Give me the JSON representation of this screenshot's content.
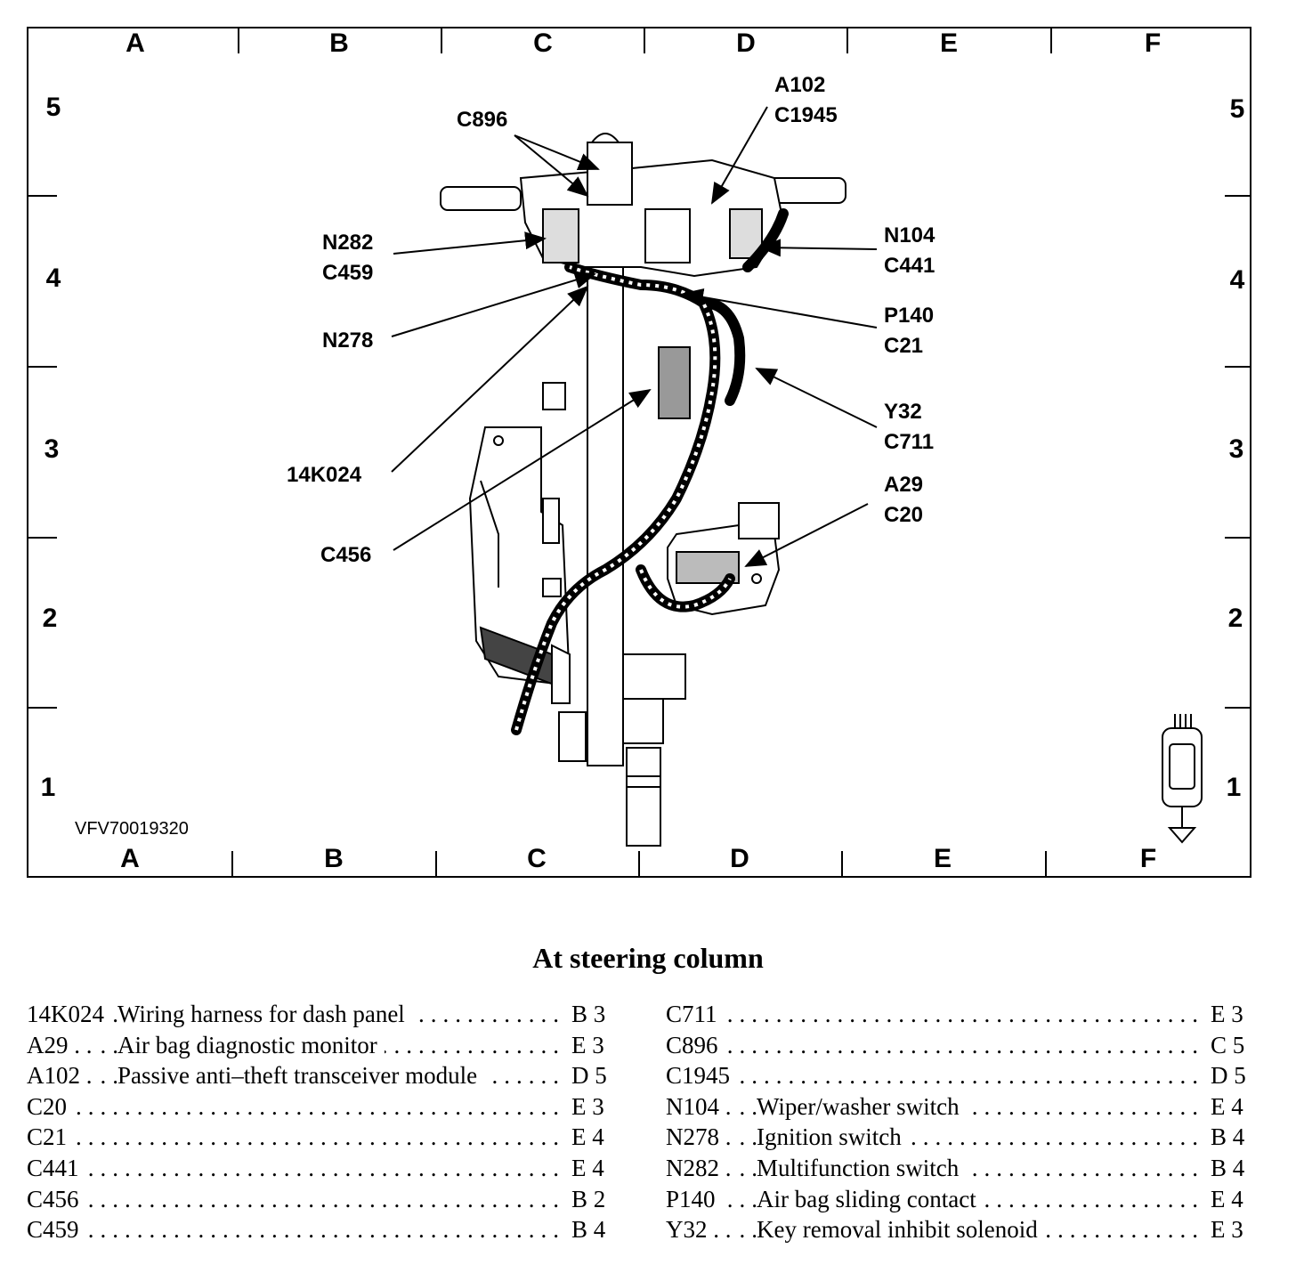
{
  "grid": {
    "columns_top": [
      "A",
      "B",
      "C",
      "D",
      "E",
      "F"
    ],
    "columns_bottom": [
      "A",
      "B",
      "C",
      "D",
      "E",
      "F"
    ],
    "rows": [
      "5",
      "4",
      "3",
      "2",
      "1"
    ]
  },
  "callouts": {
    "c896": "C896",
    "a102_c1945": "A102\nC1945",
    "n282_c459": "N282\nC459",
    "n104_c441": "N104\nC441",
    "n278": "N278",
    "p140_c21": "P140\nC21",
    "y32_c711": "Y32\nC711",
    "k14k024": "14K024",
    "a29_c20": "A29\nC20",
    "c456": "C456"
  },
  "figure_id": "VFV70019320",
  "caption": "At steering column",
  "legend": {
    "left": [
      {
        "code": "14K024",
        "desc": "Wiring harness for dash panel",
        "ref": "B 3"
      },
      {
        "code": "A29 . .",
        "desc": "Air bag diagnostic monitor",
        "ref": "E 3"
      },
      {
        "code": "A102 .",
        "desc": "Passive anti–theft transceiver module",
        "ref": "D 5"
      },
      {
        "code": "C20",
        "desc": "",
        "ref": "E 3"
      },
      {
        "code": "C21",
        "desc": "",
        "ref": "E 4"
      },
      {
        "code": "C441",
        "desc": "",
        "ref": "E 4"
      },
      {
        "code": "C456",
        "desc": "",
        "ref": "B 2"
      },
      {
        "code": "C459",
        "desc": "",
        "ref": "B 4"
      }
    ],
    "right": [
      {
        "code": "C711",
        "desc": "",
        "ref": "E 3"
      },
      {
        "code": "C896",
        "desc": "",
        "ref": "C 5"
      },
      {
        "code": "C1945",
        "desc": "",
        "ref": "D 5"
      },
      {
        "code": "N104 .",
        "desc": "Wiper/washer switch",
        "ref": "E 4"
      },
      {
        "code": "N278 .",
        "desc": "Ignition switch",
        "ref": "B 4"
      },
      {
        "code": "N282 .",
        "desc": "Multifunction switch",
        "ref": "B 4"
      },
      {
        "code": "P140",
        "desc": "Air bag sliding contact",
        "ref": "E 4"
      },
      {
        "code": "Y32 . .",
        "desc": "Key removal inhibit solenoid",
        "ref": "E 3"
      }
    ]
  },
  "icons": [
    "vehicle-orientation-icon"
  ]
}
